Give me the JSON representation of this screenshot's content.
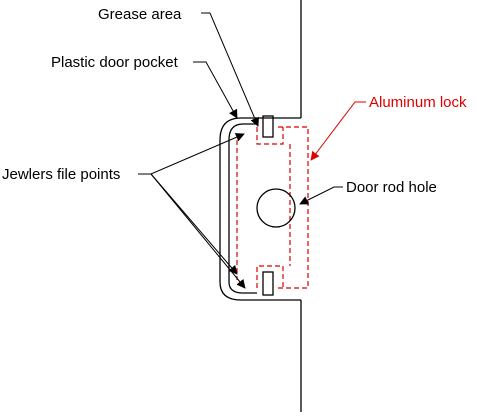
{
  "labels": {
    "grease_area": "Grease area",
    "plastic_door_pocket": "Plastic door pocket",
    "aluminum_lock": "Aluminum lock",
    "door_rod_hole": "Door rod hole",
    "jewlers_file_points": "Jewlers file points"
  },
  "colors": {
    "line": "#000000",
    "lock": "#dd0000",
    "background": "#ffffff"
  }
}
